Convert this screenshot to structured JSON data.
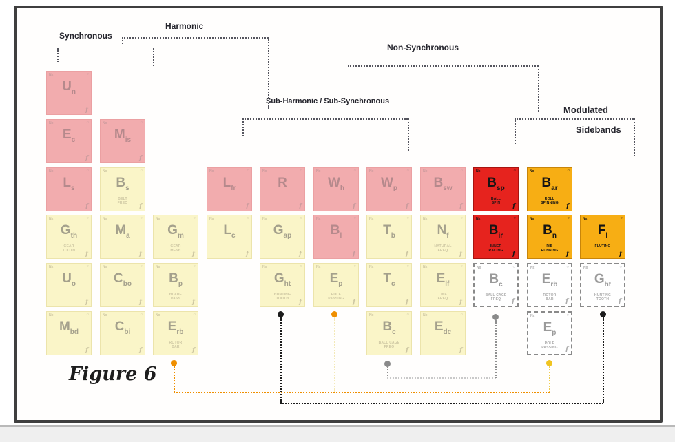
{
  "figure": {
    "caption": "Figure 6"
  },
  "groups": {
    "synchronous": "Synchronous",
    "harmonic": "Harmonic",
    "non_synchronous": "Non-Synchronous",
    "sub_harmonic": "Sub-Harmonic / Sub-Synchronous",
    "modulated_line1": "Modulated",
    "modulated_line2": "Sidebands"
  },
  "colors": {
    "faded_pink": "#f2acae",
    "faded_yellow": "#faf5c8",
    "highlight_red": "#e6231e",
    "highlight_amber": "#f7ae14",
    "sideband_white": "#ffffff",
    "connector_black": "#1c1c1c",
    "connector_orange": "#ef8f00",
    "connector_yellow": "#f0c420",
    "connector_gray": "#8a8a8a"
  },
  "connectors": [
    {
      "name": "hunting-tooth-link",
      "color": "#1c1c1c"
    },
    {
      "name": "pole-passing-link",
      "color": "#ef8f00"
    },
    {
      "name": "ball-cage-link",
      "color": "#8a8a8a"
    }
  ],
  "table": {
    "tile_marks": {
      "tl": "Nx",
      "tr": "○",
      "f": "f"
    },
    "tiles": [
      {
        "sym": "U",
        "sub": "n",
        "style": "pink",
        "col": 1,
        "row": 1,
        "l1": "",
        "l2": ""
      },
      {
        "sym": "E",
        "sub": "c",
        "style": "pink",
        "col": 1,
        "row": 2,
        "l1": "",
        "l2": ""
      },
      {
        "sym": "M",
        "sub": "is",
        "style": "pink",
        "col": 2,
        "row": 2,
        "l1": "",
        "l2": ""
      },
      {
        "sym": "L",
        "sub": "s",
        "style": "pink",
        "col": 1,
        "row": 3,
        "l1": "",
        "l2": ""
      },
      {
        "sym": "B",
        "sub": "s",
        "style": "yellow",
        "col": 2,
        "row": 3,
        "l1": "BELT",
        "l2": "FREQ"
      },
      {
        "sym": "L",
        "sub": "fr",
        "style": "pink",
        "col": 4,
        "row": 3,
        "l1": "",
        "l2": ""
      },
      {
        "sym": "R",
        "sub": "",
        "style": "pink",
        "col": 5,
        "row": 3,
        "l1": "",
        "l2": ""
      },
      {
        "sym": "W",
        "sub": "h",
        "style": "pink",
        "col": 6,
        "row": 3,
        "l1": "",
        "l2": ""
      },
      {
        "sym": "W",
        "sub": "p",
        "style": "pink",
        "col": 7,
        "row": 3,
        "l1": "",
        "l2": ""
      },
      {
        "sym": "B",
        "sub": "sw",
        "style": "pink",
        "col": 8,
        "row": 3,
        "l1": "",
        "l2": ""
      },
      {
        "sym": "B",
        "sub": "sp",
        "style": "red",
        "col": 9,
        "row": 3,
        "l1": "BALL",
        "l2": "SPIN"
      },
      {
        "sym": "B",
        "sub": "ar",
        "style": "amber",
        "col": 10,
        "row": 3,
        "l1": "ROLL",
        "l2": "SPINNING"
      },
      {
        "sym": "G",
        "sub": "th",
        "style": "yellow",
        "col": 1,
        "row": 4,
        "l1": "GEAR",
        "l2": "TOOTH"
      },
      {
        "sym": "M",
        "sub": "a",
        "style": "yellow",
        "col": 2,
        "row": 4,
        "l1": "",
        "l2": ""
      },
      {
        "sym": "G",
        "sub": "m",
        "style": "yellow",
        "col": 3,
        "row": 4,
        "l1": "GEAR",
        "l2": "MESH"
      },
      {
        "sym": "L",
        "sub": "c",
        "style": "yellow",
        "col": 4,
        "row": 4,
        "l1": "",
        "l2": ""
      },
      {
        "sym": "G",
        "sub": "ap",
        "style": "yellow",
        "col": 5,
        "row": 4,
        "l1": "",
        "l2": ""
      },
      {
        "sym": "B",
        "sub": "l",
        "style": "pink",
        "col": 6,
        "row": 4,
        "l1": "",
        "l2": ""
      },
      {
        "sym": "T",
        "sub": "b",
        "style": "yellow",
        "col": 7,
        "row": 4,
        "l1": "",
        "l2": ""
      },
      {
        "sym": "N",
        "sub": "f",
        "style": "yellow",
        "col": 8,
        "row": 4,
        "l1": "NATURAL",
        "l2": "FREQ"
      },
      {
        "sym": "B",
        "sub": "ir",
        "style": "red",
        "col": 9,
        "row": 4,
        "l1": "INNER",
        "l2": "RACING"
      },
      {
        "sym": "B",
        "sub": "n",
        "style": "amber",
        "col": 10,
        "row": 4,
        "l1": "RIB",
        "l2": "RUNNING"
      },
      {
        "sym": "F",
        "sub": "l",
        "style": "amber",
        "col": 11,
        "row": 4,
        "l1": "FLUTING",
        "l2": ""
      },
      {
        "sym": "U",
        "sub": "o",
        "style": "yellow",
        "col": 1,
        "row": 5,
        "l1": "",
        "l2": ""
      },
      {
        "sym": "C",
        "sub": "bo",
        "style": "yellow",
        "col": 2,
        "row": 5,
        "l1": "",
        "l2": ""
      },
      {
        "sym": "B",
        "sub": "p",
        "style": "yellow",
        "col": 3,
        "row": 5,
        "l1": "BLADE",
        "l2": "PASS"
      },
      {
        "sym": "G",
        "sub": "ht",
        "style": "yellow",
        "col": 5,
        "row": 5,
        "l1": "HUNTING",
        "l2": "TOOTH"
      },
      {
        "sym": "E",
        "sub": "p",
        "style": "yellow",
        "col": 6,
        "row": 5,
        "l1": "POLE",
        "l2": "PASSING"
      },
      {
        "sym": "T",
        "sub": "c",
        "style": "yellow",
        "col": 7,
        "row": 5,
        "l1": "",
        "l2": ""
      },
      {
        "sym": "E",
        "sub": "lf",
        "style": "yellow",
        "col": 8,
        "row": 5,
        "l1": "LINE",
        "l2": "FREQ"
      },
      {
        "sym": "B",
        "sub": "c",
        "style": "white",
        "col": 9,
        "row": 5,
        "l1": "BALL CAGE",
        "l2": "FREQ"
      },
      {
        "sym": "E",
        "sub": "rb",
        "style": "white",
        "col": 10,
        "row": 5,
        "l1": "ROTOR",
        "l2": "BAR"
      },
      {
        "sym": "G",
        "sub": "ht",
        "style": "white",
        "col": 11,
        "row": 5,
        "l1": "HUNTING",
        "l2": "TOOTH"
      },
      {
        "sym": "M",
        "sub": "bd",
        "style": "yellow",
        "col": 1,
        "row": 6,
        "l1": "",
        "l2": ""
      },
      {
        "sym": "C",
        "sub": "bi",
        "style": "yellow",
        "col": 2,
        "row": 6,
        "l1": "",
        "l2": ""
      },
      {
        "sym": "E",
        "sub": "rb",
        "style": "yellow",
        "col": 3,
        "row": 6,
        "l1": "ROTOR",
        "l2": "BAR"
      },
      {
        "sym": "B",
        "sub": "c",
        "style": "yellow",
        "col": 7,
        "row": 6,
        "l1": "BALL CAGE",
        "l2": "FREQ"
      },
      {
        "sym": "E",
        "sub": "dc",
        "style": "yellow",
        "col": 8,
        "row": 6,
        "l1": "",
        "l2": ""
      },
      {
        "sym": "E",
        "sub": "p",
        "style": "white",
        "col": 10,
        "row": 6,
        "l1": "POLE",
        "l2": "PASSING"
      }
    ]
  }
}
